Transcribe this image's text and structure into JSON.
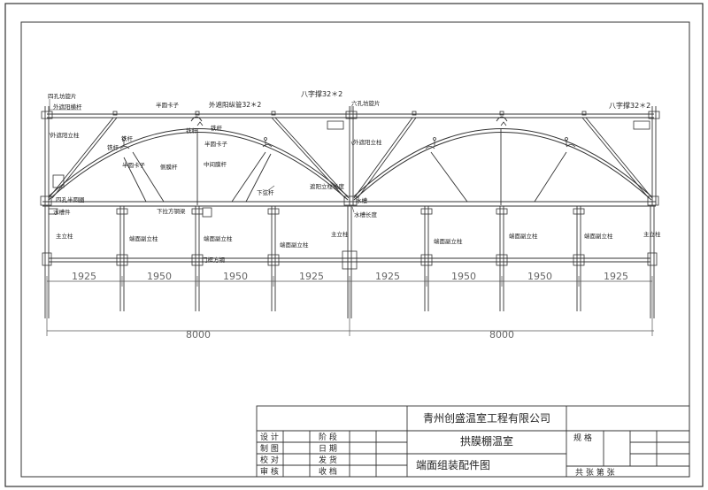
{
  "labels": {
    "four_hole_clip": "四孔坊旋片",
    "outer_shade_crossbar": "外遮阳横杆",
    "outer_shade_column": "外遮阳立柱",
    "half_clip_1": "半圆卡子",
    "outer_shade_pipe": "外遮阳纵管32＊2",
    "brace_1": "八字撑32＊2",
    "six_hole_clip": "六孔坊旋片",
    "brace_2": "八字撑32＊2",
    "iron_rod_1": "铁杆",
    "iron_rod_2": "铁杆",
    "iron_rod_3": "铁杆",
    "half_clip_2": "半圆卡子",
    "half_clip_3": "半圆卡子",
    "side_film_rod": "侧膜杆",
    "middle_film_rod": "中间膜杆",
    "lower_chord": "下弦杆",
    "shade_post_extension": "遮阳立柱长度",
    "outer_shade_column_2": "外遮阳立柱",
    "four_hole_half_ring": "四孔半圆圈",
    "lower_brace_beam": "下拉方钢梁",
    "gutter": "水槽",
    "gutter_extension": "水槽长度",
    "gutter_pipe": "水槽件",
    "main_column_left": "主立柱",
    "end_sub_column_1": "端面副立柱",
    "end_sub_column_2": "端面副立柱",
    "end_sub_column_3": "端面副立柱",
    "door_frame": "门框方钢",
    "main_column_mid": "主立柱",
    "end_sub_column_4": "端面副立柱",
    "end_sub_column_5": "端面副立柱",
    "end_sub_column_6": "端面副立柱",
    "main_column_right": "主立柱"
  },
  "dimensions": {
    "left_bays": [
      "1925",
      "1950",
      "1950",
      "1925"
    ],
    "right_bays": [
      "1925",
      "1950",
      "1950",
      "1925"
    ],
    "left_span": "8000",
    "right_span": "8000"
  },
  "title_block": {
    "company": "青州创盛温室工程有限公司",
    "project": "拱膜棚温室",
    "drawing_title": "端面组装配件图",
    "spec_label": "规 格",
    "sheet_count": "共   张  第   张",
    "rows": [
      [
        "设 计",
        "阶 段"
      ],
      [
        "制 图",
        "日 期"
      ],
      [
        "校 对",
        "发 货"
      ],
      [
        "审 核",
        "收 档"
      ]
    ]
  }
}
